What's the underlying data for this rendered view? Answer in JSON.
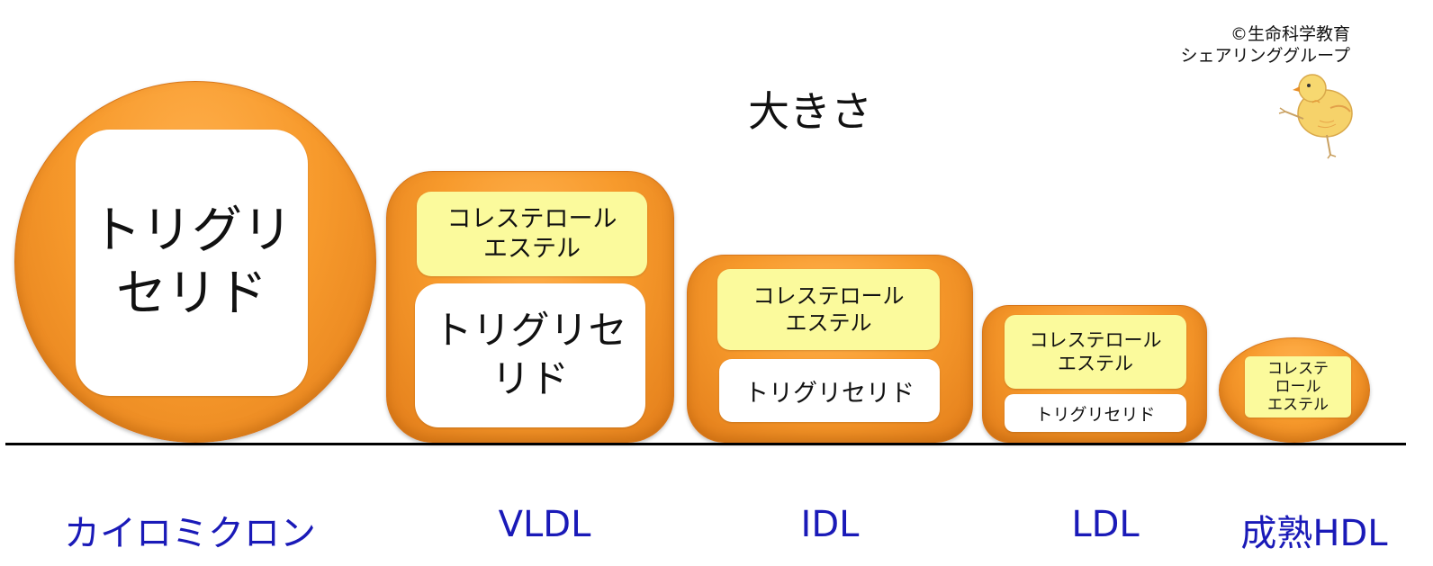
{
  "title": "大きさ",
  "credit": {
    "line1": "©生命科学教育",
    "line2": "シェアリンググループ"
  },
  "particles": {
    "chylomicron": {
      "label": "カイロミクロン",
      "core_text_1": "トリグリ",
      "core_text_2": "セリド"
    },
    "vldl": {
      "label": "VLDL",
      "ester_1": "コレステロール",
      "ester_2": "エステル",
      "tg_1": "トリグリセ",
      "tg_2": "リド"
    },
    "idl": {
      "label": "IDL",
      "ester_1": "コレステロール",
      "ester_2": "エステル",
      "tg": "トリグリセリド"
    },
    "ldl": {
      "label": "LDL",
      "ester_1": "コレステロール",
      "ester_2": "エステル",
      "tg": "トリグリセリド"
    },
    "hdl": {
      "label": "成熟HDL",
      "ester_1": "コレステ",
      "ester_2": "ロール",
      "ester_3": "エステル"
    }
  },
  "colors": {
    "particle_orange": "#f79a2c",
    "ester_yellow": "#fbfa9c",
    "label_blue": "#1a1ab8"
  }
}
